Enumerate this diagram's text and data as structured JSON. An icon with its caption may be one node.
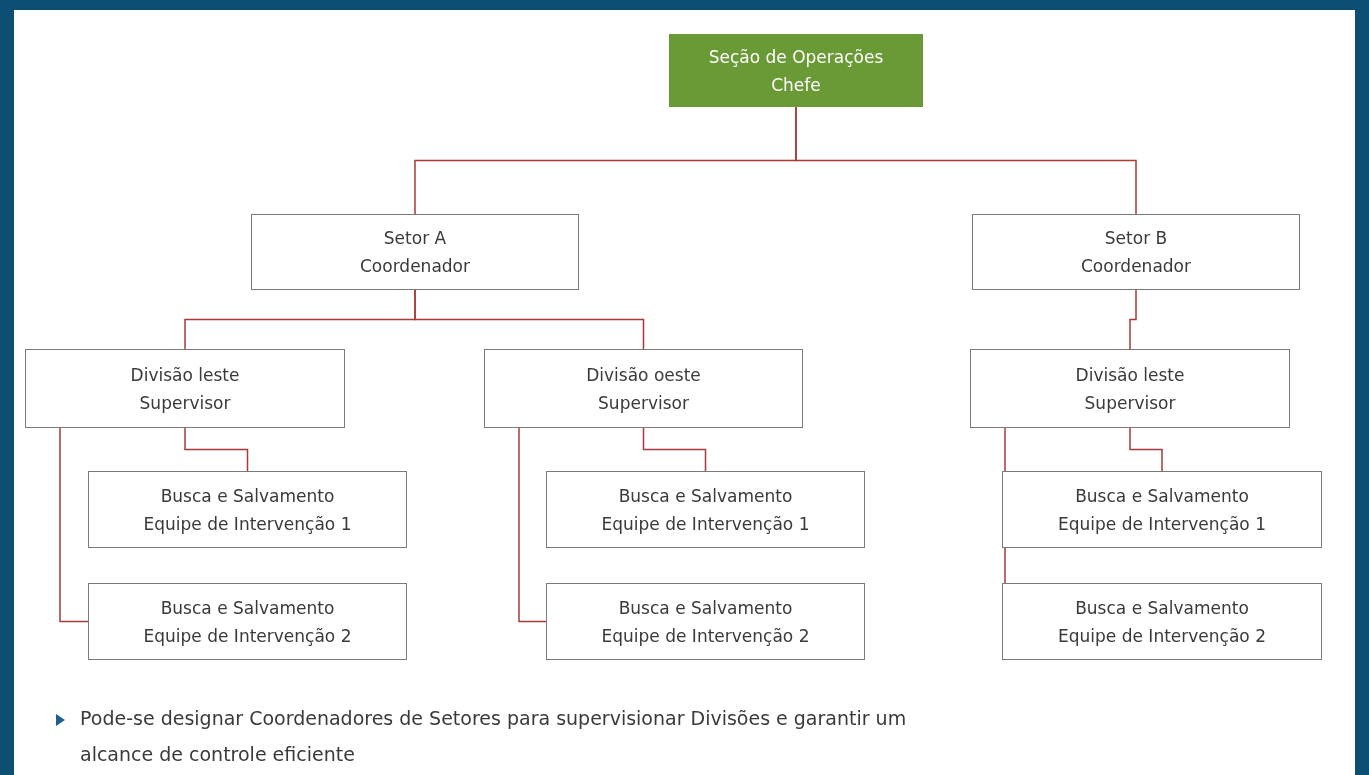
{
  "diagram": {
    "nodes": [
      {
        "text": [
          "Seção de Operações",
          "Chefe"
        ]
      },
      {
        "text": [
          "Setor A",
          "Coordenador"
        ]
      },
      {
        "text": [
          "Setor B",
          "Coordenador"
        ]
      },
      {
        "text": [
          "Divisão leste",
          "Supervisor"
        ]
      },
      {
        "text": [
          "Divisão oeste",
          "Supervisor"
        ]
      },
      {
        "text": [
          "Divisão leste",
          "Supervisor"
        ]
      },
      {
        "text": [
          "Busca e Salvamento",
          "Equipe de Intervenção 1"
        ]
      },
      {
        "text": [
          "Busca e Salvamento",
          "Equipe de Intervenção 2"
        ]
      },
      {
        "text": [
          "Busca e Salvamento",
          "Equipe de Intervenção 1"
        ]
      },
      {
        "text": [
          "Busca e Salvamento",
          "Equipe de Intervenção 2"
        ]
      },
      {
        "text": [
          "Busca e Salvamento",
          "Equipe de Intervenção 1"
        ]
      },
      {
        "text": [
          "Busca e Salvamento",
          "Equipe de Intervenção 2"
        ]
      }
    ],
    "edges": [
      {
        "from": 0,
        "to": 1,
        "arrow": "none"
      },
      {
        "from": 0,
        "to": 2,
        "arrow": "none"
      },
      {
        "from": 1,
        "to": 3,
        "arrow": "none"
      },
      {
        "from": 1,
        "to": 4,
        "arrow": "none"
      },
      {
        "from": 2,
        "to": 5,
        "arrow": "none"
      },
      {
        "from": 3,
        "to": 6,
        "arrow": "none"
      },
      {
        "from": 3,
        "to": 7,
        "arrow": "none"
      },
      {
        "from": 4,
        "to": 8,
        "arrow": "none"
      },
      {
        "from": 4,
        "to": 9,
        "arrow": "none"
      },
      {
        "from": 5,
        "to": 10,
        "arrow": "none"
      },
      {
        "from": 5,
        "to": 11,
        "arrow": "none"
      }
    ],
    "labels": [
      "Pode-se designar Coordenadores de Setores para supervisionar Divisões e garantir um alcance de controle eficiente"
    ]
  }
}
